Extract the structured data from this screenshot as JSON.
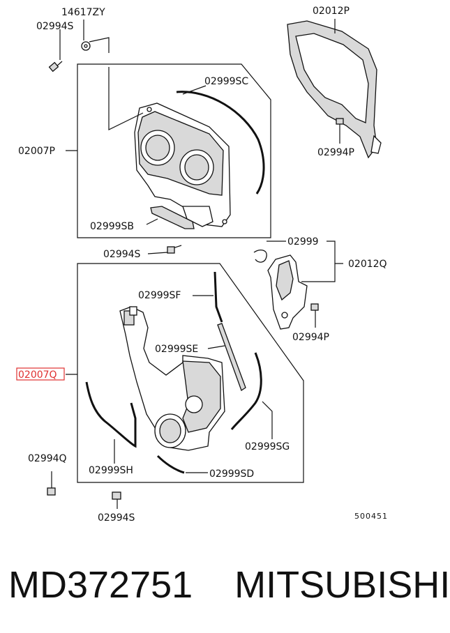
{
  "labels": {
    "l_14617ZY": "14617ZY",
    "l_02994S_a": "02994S",
    "l_02012P": "02012P",
    "l_02999SC": "02999SC",
    "l_02007P": "02007P",
    "l_02994P_a": "02994P",
    "l_02999SB": "02999SB",
    "l_02994S_b": "02994S",
    "l_02999": "02999",
    "l_02012Q": "02012Q",
    "l_02999SF": "02999SF",
    "l_02994P_b": "02994P",
    "l_02999SE": "02999SE",
    "l_02007Q": "02007Q",
    "l_02999SG": "02999SG",
    "l_02994Q": "02994Q",
    "l_02999SH": "02999SH",
    "l_02999SD": "02999SD",
    "l_02994S_c": "02994S",
    "l_500451": "500451"
  },
  "footer": {
    "text": "MD372751    MITSUBISHI"
  },
  "colors": {
    "highlight": "#e03030",
    "line": "#111111"
  }
}
